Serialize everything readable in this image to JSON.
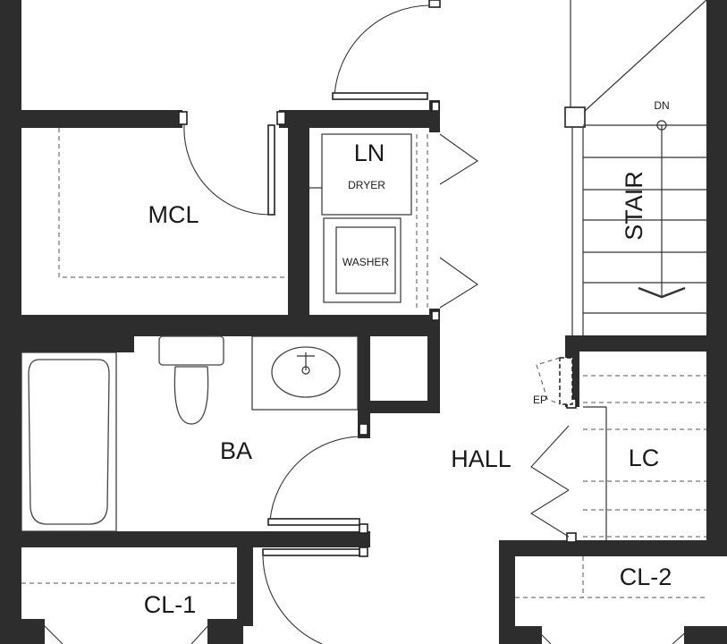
{
  "rooms": {
    "mcl": "MCL",
    "ln": "LN",
    "dryer": "DRYER",
    "washer": "WASHER",
    "stair": "STAIR",
    "dn": "DN",
    "ba": "BA",
    "hall": "HALL",
    "lc": "LC",
    "ep": "EP",
    "cl1": "CL-1",
    "cl2": "CL-2"
  },
  "colors": {
    "wall": "#2d2d2d",
    "line": "#333333",
    "background": "#ffffff"
  }
}
